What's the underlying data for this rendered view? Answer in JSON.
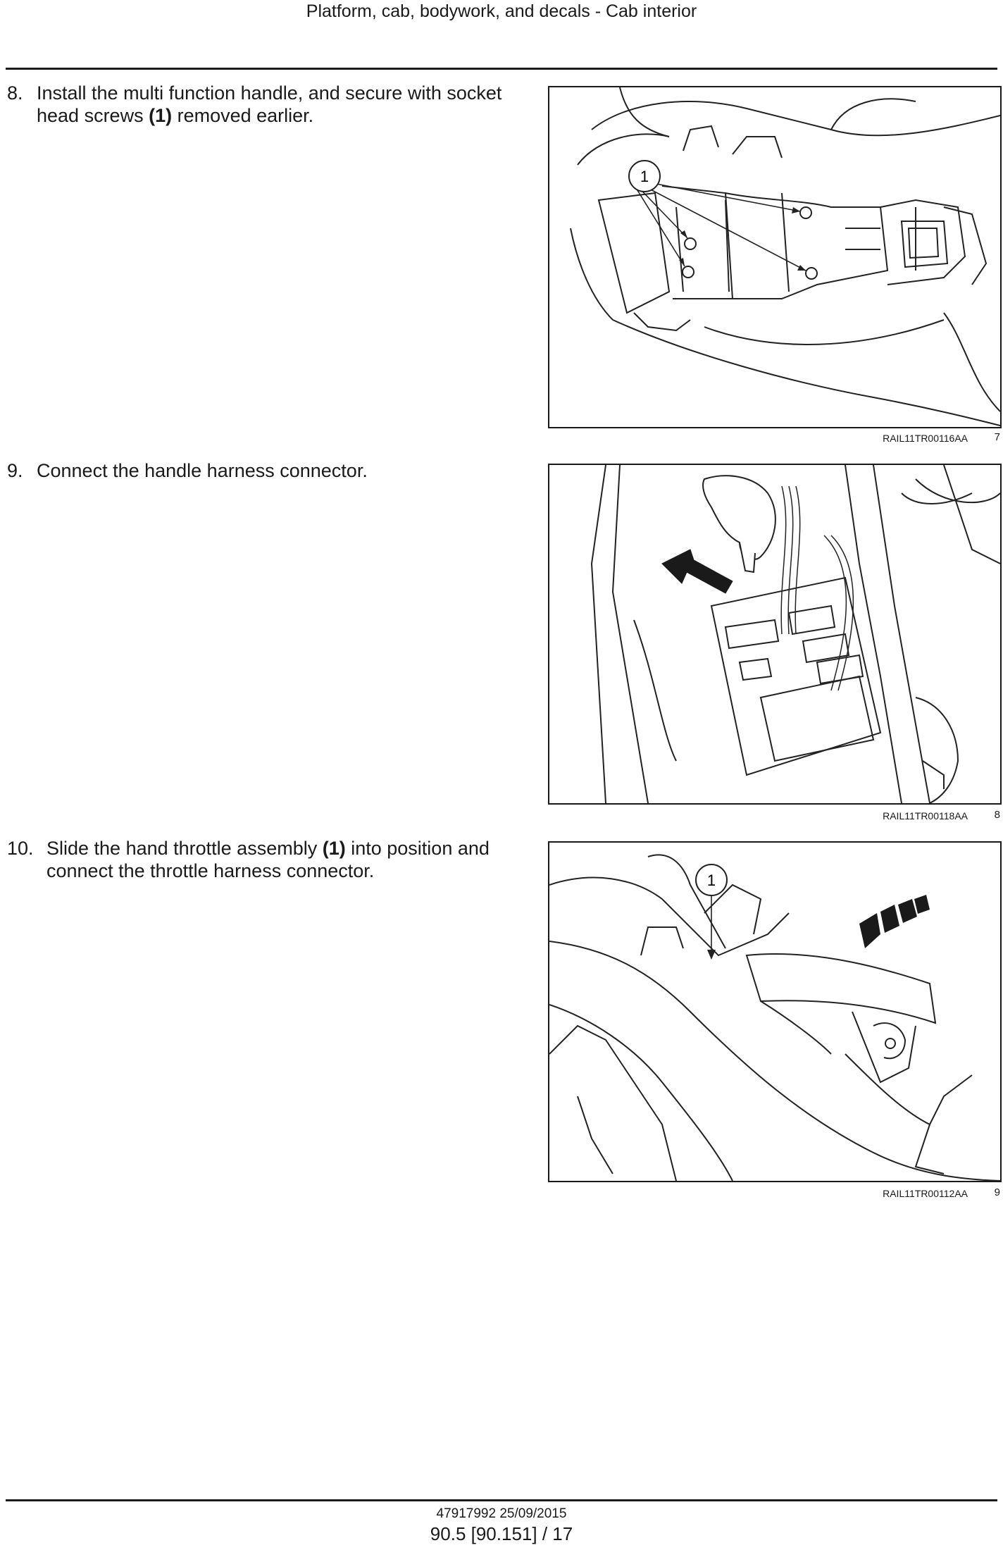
{
  "header": {
    "title": "Platform, cab, bodywork, and decals - Cab interior"
  },
  "steps": [
    {
      "number": "8.",
      "line1_a": "Install the multi function handle, and secure with socket",
      "line2_a": "head screws ",
      "line2_ref": "(1)",
      "line2_b": " removed earlier.",
      "figure": {
        "callout": "1",
        "code": "RAIL11TR00116AA",
        "fig_number": "7"
      }
    },
    {
      "number": "9.",
      "line1_a": "Connect the handle harness connector.",
      "figure": {
        "code": "RAIL11TR00118AA",
        "fig_number": "8"
      }
    },
    {
      "number": "10.",
      "line1_a": "Slide the hand throttle assembly ",
      "line1_ref": "(1)",
      "line1_b": " into position and",
      "line2_a": "connect the throttle harness connector.",
      "figure": {
        "callout": "1",
        "code": "RAIL11TR00112AA",
        "fig_number": "9"
      }
    }
  ],
  "footer": {
    "doc_info": "47917992 25/09/2015",
    "page_ref": "90.5 [90.151] / 17"
  }
}
